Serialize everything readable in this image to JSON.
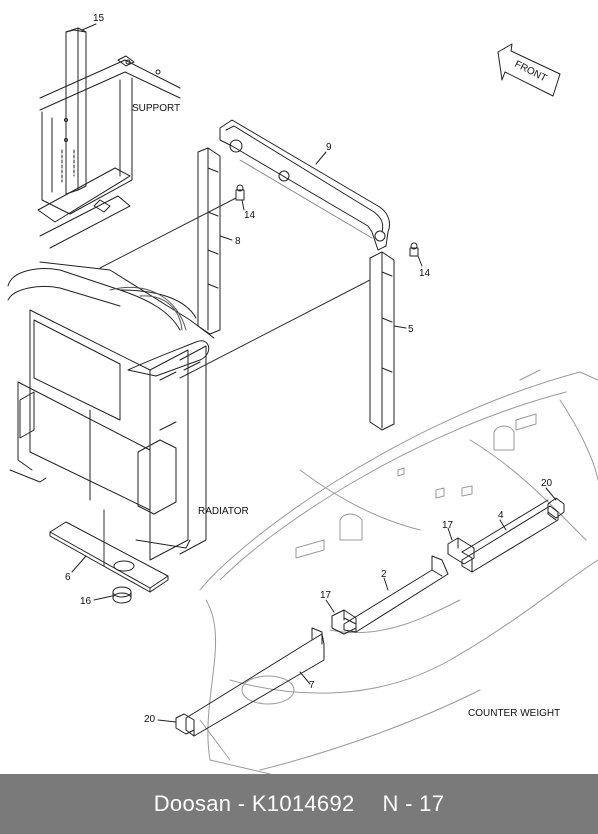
{
  "diagram": {
    "labels": {
      "support": "SUPPORT",
      "radiator": "RADIATOR",
      "counter_weight": "COUNTER WEIGHT",
      "front": "FRONT"
    },
    "callouts": {
      "c15": "15",
      "c9": "9",
      "c14a": "14",
      "c14b": "14",
      "c8": "8",
      "c5": "5",
      "c6": "6",
      "c16": "16",
      "c20a": "20",
      "c4": "4",
      "c17a": "17",
      "c2": "2",
      "c17b": "17",
      "c7": "7",
      "c20b": "20"
    }
  },
  "footer": {
    "brand": "Doosan",
    "part_number": "K1014692",
    "page": "N - 17"
  },
  "colors": {
    "line": "#222222",
    "faint": "#bbbbbb",
    "footer_bg": "#7a7a7a"
  }
}
